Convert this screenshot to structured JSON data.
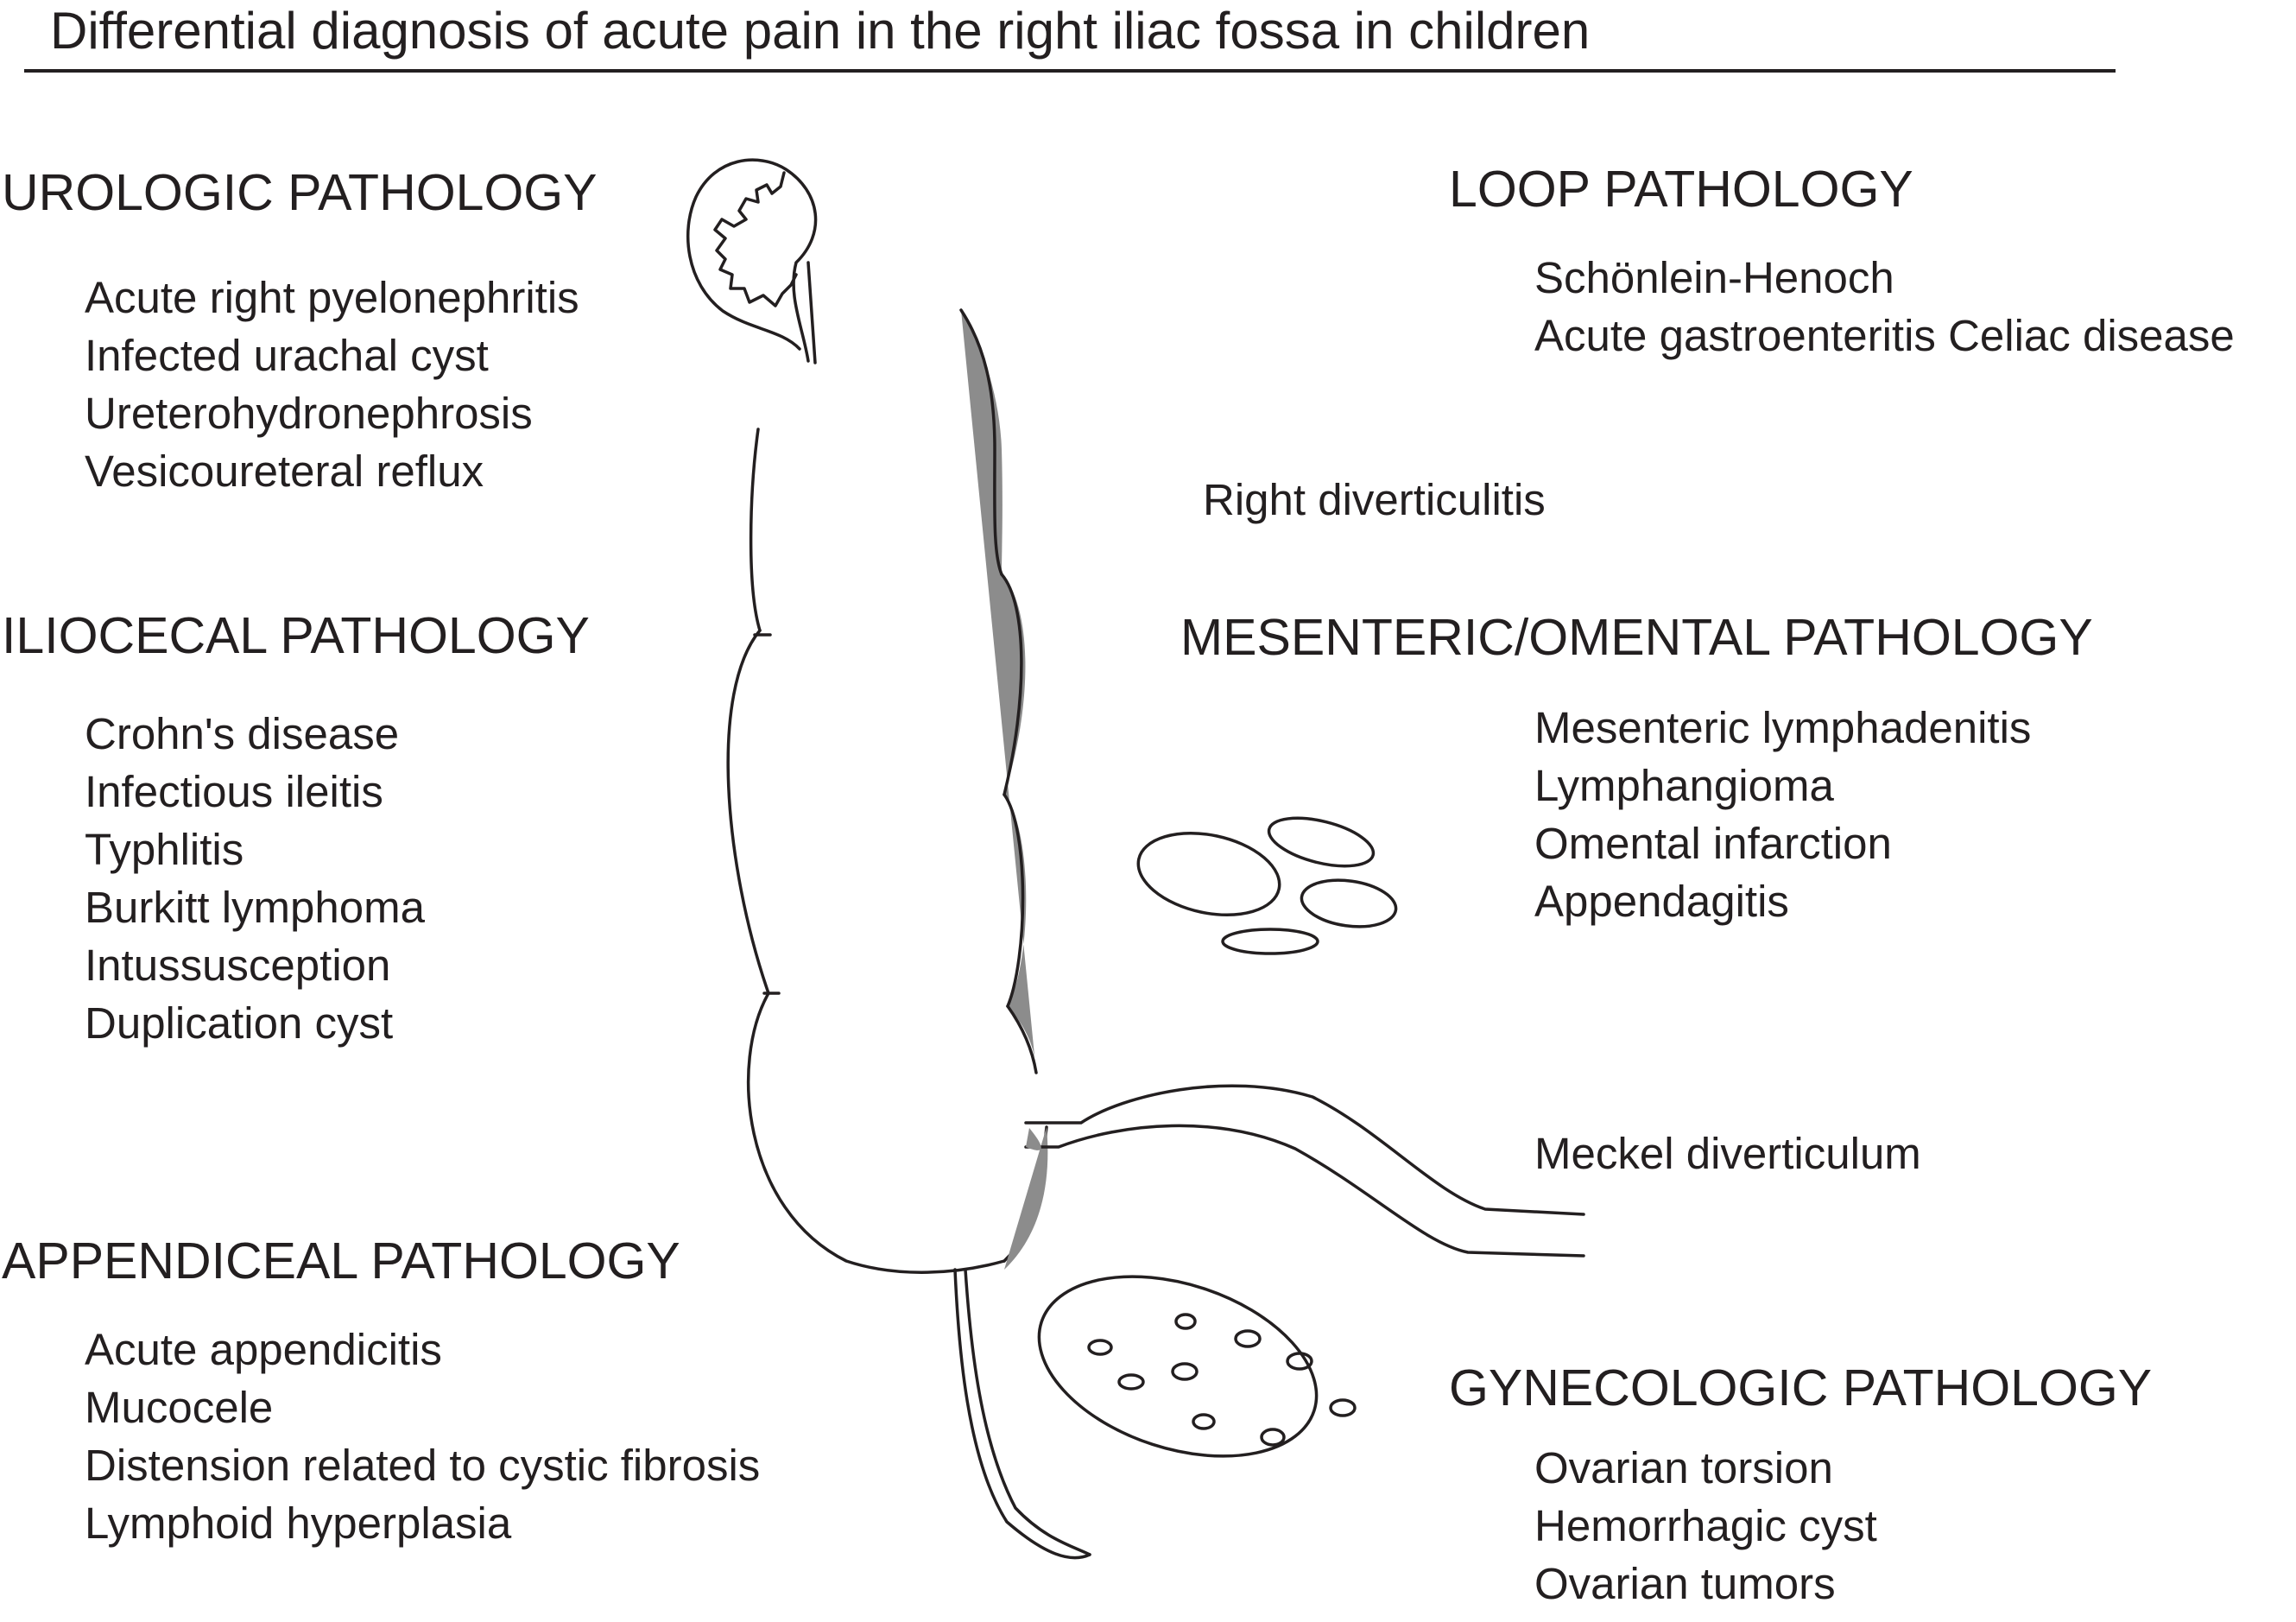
{
  "title": "Differential diagnosis of acute pain in the right iliac fossa in children",
  "sections": {
    "urologic": {
      "heading": "UROLOGIC PATHOLOGY",
      "items": [
        "Acute right pyelonephritis",
        "Infected urachal cyst",
        "Ureterohydronephrosis",
        "Vesicoureteral reflux"
      ]
    },
    "iliocecal": {
      "heading": "ILIOCECAL PATHOLOGY",
      "items": [
        "Crohn's disease",
        "Infectious ileitis",
        "Typhlitis",
        "Burkitt lymphoma",
        "Intussusception",
        "Duplication cyst"
      ]
    },
    "appendiceal": {
      "heading": "APPENDICEAL PATHOLOGY",
      "items": [
        "Acute appendicitis",
        "Mucocele",
        "Distension related to cystic fibrosis",
        "Lymphoid hyperplasia"
      ]
    },
    "loop": {
      "heading": "LOOP PATHOLOGY",
      "items": [
        "Schönlein-Henoch",
        "Acute gastroenteritis Celiac disease"
      ]
    },
    "mesenteric": {
      "heading": "MESENTERIC/OMENTAL PATHOLOGY",
      "items": [
        "Mesenteric lymphadenitis",
        "Lymphangioma",
        "Omental infarction",
        "Appendagitis"
      ]
    },
    "gynecologic": {
      "heading": "GYNECOLOGIC PATHOLOGY",
      "items": [
        "Ovarian torsion",
        "Hemorrhagic cyst",
        "Ovarian tumors"
      ]
    }
  },
  "labels": {
    "right_diverticulitis": "Right diverticulitis",
    "meckel": "Meckel diverticulum"
  },
  "illustrations": [
    "kidney-illustration",
    "colon-illustration",
    "appendix-illustration",
    "ileum-illustration",
    "lymph-nodes-illustration",
    "ovary-illustration"
  ],
  "colors": {
    "ink": "#231f20",
    "shadow": "#8c8c8c",
    "background": "#ffffff"
  }
}
